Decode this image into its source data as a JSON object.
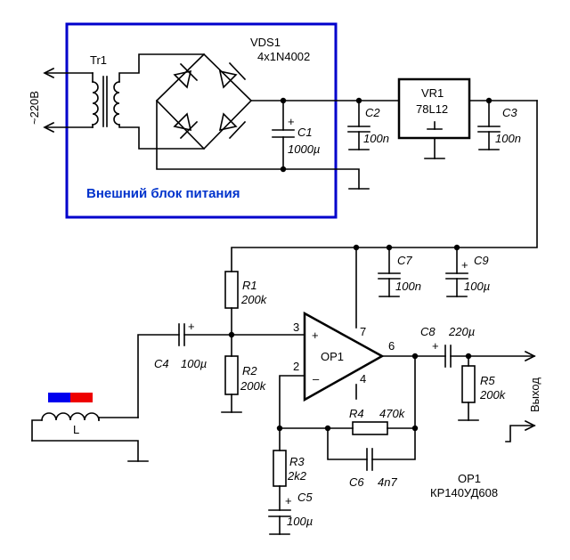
{
  "power_block": {
    "caption": "Внешний блок питания",
    "border_color": "#0000cc",
    "caption_color": "#0033cc"
  },
  "mains": {
    "label": "~220В"
  },
  "transformer": {
    "ref": "Tr1"
  },
  "bridge": {
    "ref": "VDS1",
    "value": "4x1N4002"
  },
  "regulator": {
    "ref": "VR1",
    "value": "78L12"
  },
  "capacitors": {
    "c1": {
      "ref": "C1",
      "value": "1000µ"
    },
    "c2": {
      "ref": "C2",
      "value": "100n"
    },
    "c3": {
      "ref": "C3",
      "value": "100n"
    },
    "c4": {
      "ref": "C4",
      "value": "100µ"
    },
    "c5": {
      "ref": "C5",
      "value": "100µ"
    },
    "c6": {
      "ref": "C6",
      "value": "4n7"
    },
    "c7": {
      "ref": "C7",
      "value": "100n"
    },
    "c8": {
      "ref": "C8",
      "value": "220µ"
    },
    "c9": {
      "ref": "C9",
      "value": "100µ"
    }
  },
  "resistors": {
    "r1": {
      "ref": "R1",
      "value": "200k"
    },
    "r2": {
      "ref": "R2",
      "value": "200k"
    },
    "r3": {
      "ref": "R3",
      "value": "2k2"
    },
    "r4": {
      "ref": "R4",
      "value": "470k"
    },
    "r5": {
      "ref": "R5",
      "value": "200k"
    }
  },
  "opamp": {
    "ref": "OP1",
    "pin_plus": "3",
    "pin_minus": "2",
    "pin_out": "6",
    "pin_vcc": "7",
    "pin_gnd": "4",
    "plus_sign": "+",
    "minus_sign": "–",
    "part_ref": "OP1",
    "part_number": "КР140УД608"
  },
  "coil": {
    "ref": "L",
    "magnet_colors": [
      "#0000ee",
      "#ee0000"
    ]
  },
  "output": {
    "label": "Выход"
  },
  "polarity_sign": "+"
}
